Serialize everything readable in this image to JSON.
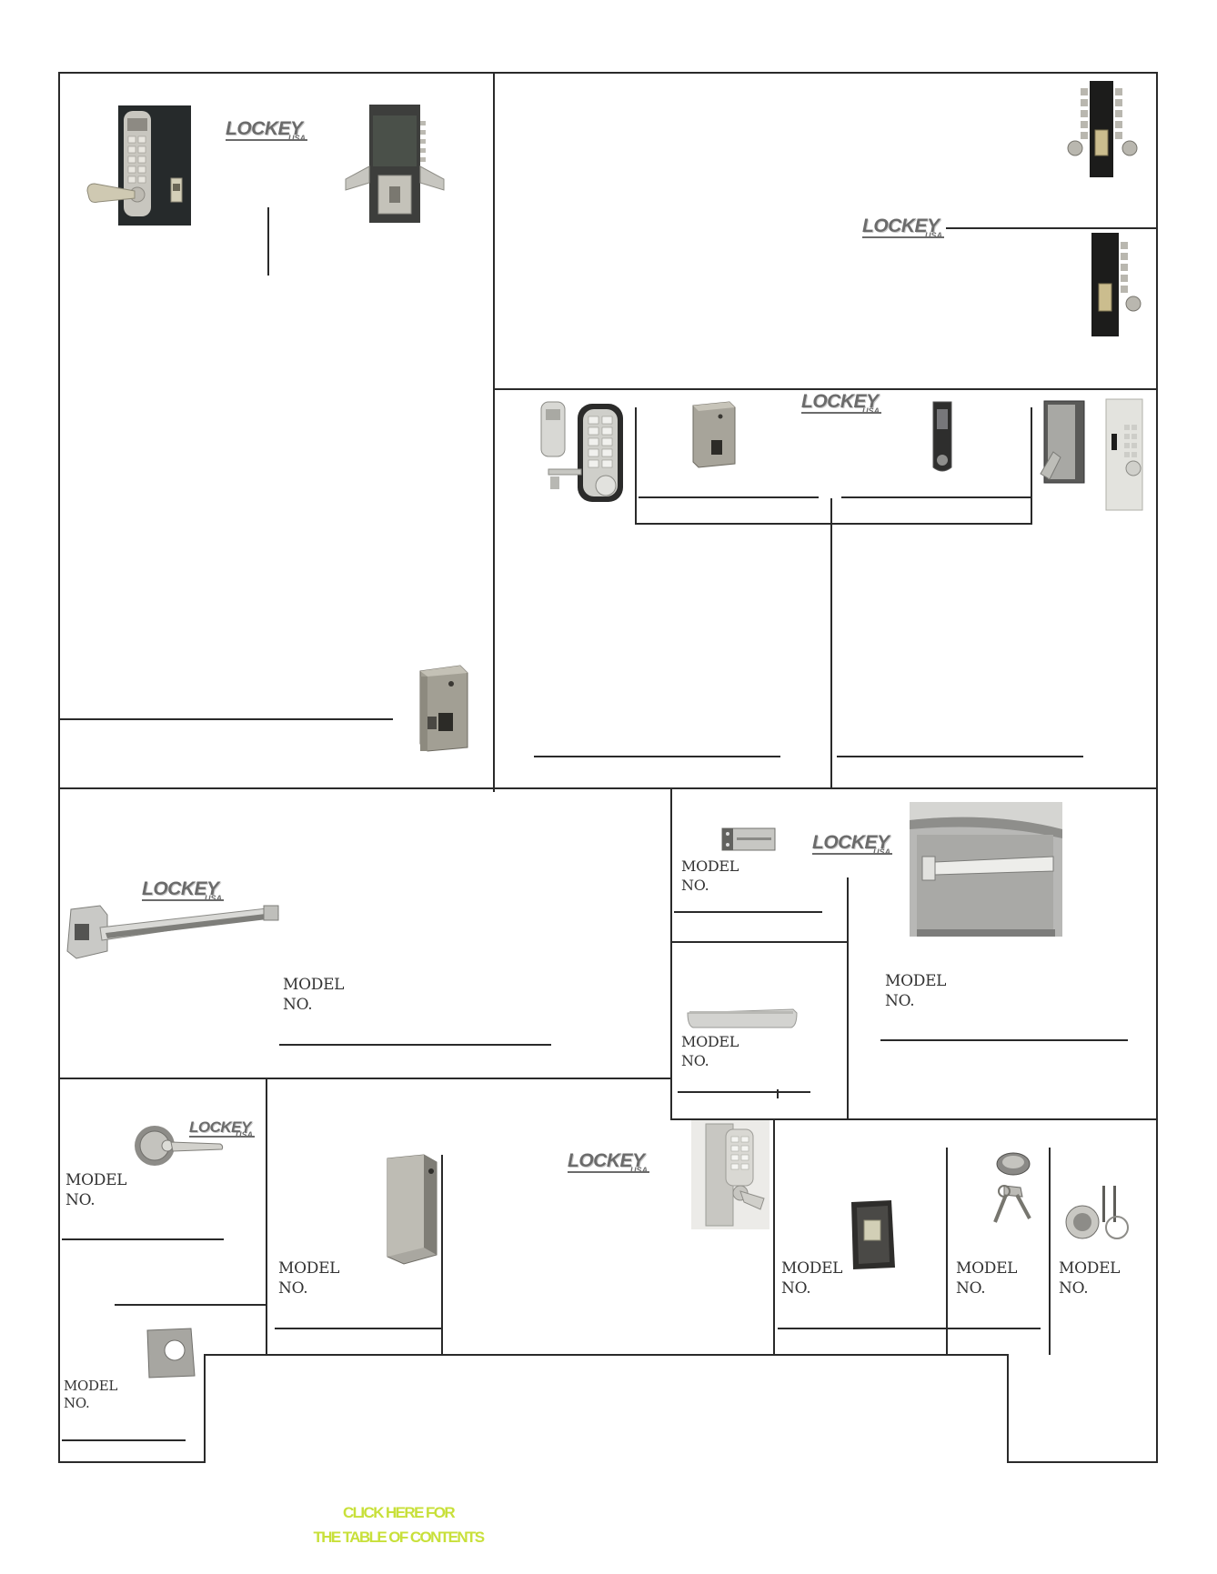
{
  "brand": {
    "logo_text": "LOCKEY",
    "logo_sub": "USA"
  },
  "labels": {
    "model": "MODEL",
    "no": "NO."
  },
  "toc_link": {
    "line1": "CLICK HERE FOR",
    "line2": "THE TABLE OF CONTENTS",
    "color": "#c8e03a"
  },
  "colors": {
    "rule": "#2a2a2a",
    "logo": "#6b6b6b",
    "toc": "#c8e03a"
  },
  "icons": [
    "keypad-lever-lock-image",
    "keypad-lock-rear-image",
    "gate-box-image",
    "double-keypad-deadbolt-image",
    "keypad-deadbolt-image",
    "keypad-deadlatch-image",
    "gate-box-small-image",
    "narrow-stile-plate-image",
    "hybrid-lock-image",
    "panic-bar-image",
    "exit-hardware-plate-image",
    "panic-bar-installed-image",
    "drip-cap-image",
    "lever-handle-image",
    "gate-box-tall-image",
    "keypad-lever-narrow-image",
    "square-spacer-image",
    "cylinder-keys-image",
    "mortise-cylinder-image",
    "hole-plate-image"
  ]
}
